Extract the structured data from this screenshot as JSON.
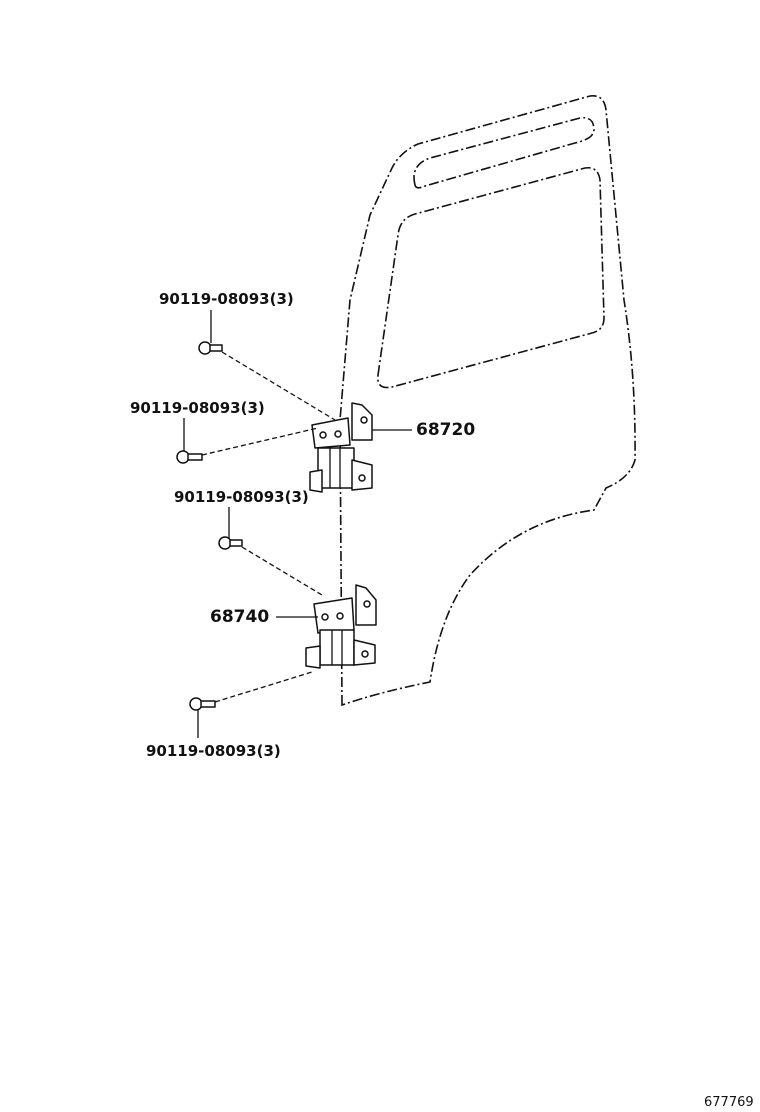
{
  "callouts": {
    "bolt_top_1": "90119-08093(3)",
    "bolt_top_2": "90119-08093(3)",
    "bolt_mid": "90119-08093(3)",
    "bolt_bottom": "90119-08093(3)",
    "hinge_upper": "68720",
    "hinge_lower": "68740"
  },
  "reference_number": "677769"
}
